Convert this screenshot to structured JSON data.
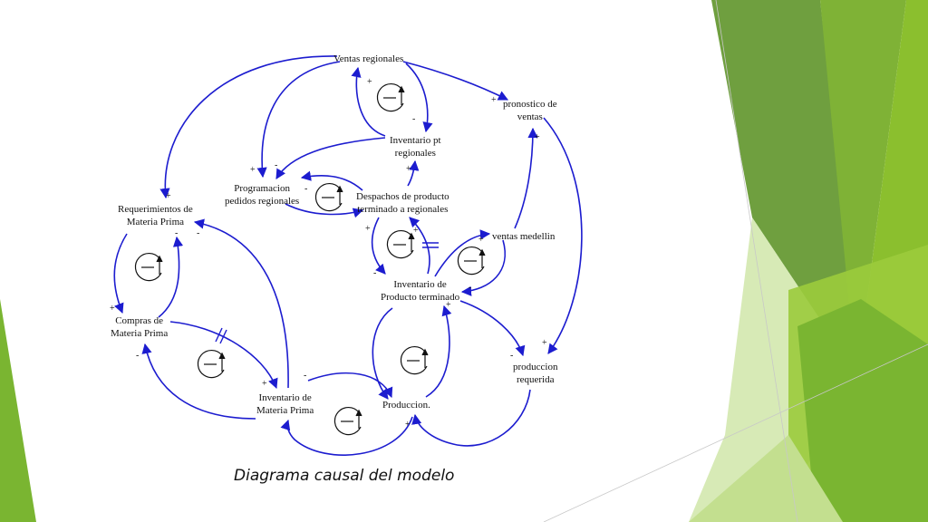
{
  "slide": {
    "caption": "Diagrama causal del modelo"
  },
  "diagram": {
    "nodes": {
      "ventas_regionales": "Ventas regionales",
      "pronostico_ventas": "pronostico de\nventas",
      "inventario_pt_regionales": "Inventario pt\nregionales",
      "programacion_pedidos": "Programacion\npedidos regionales",
      "despachos_producto": "Despachos de producto\nterminado a regionales",
      "requerimientos_mp": "Requerimientos de\nMateria Prima",
      "ventas_medellin": "ventas medellin",
      "inventario_producto_terminado": "Inventario de\nProducto terminado",
      "compras_mp": "Compras de\nMateria Prima",
      "produccion_requerida": "produccion\nrequerida",
      "inventario_mp": "Inventario de\nMateria Prima",
      "produccion": "Produccion."
    },
    "loop_marker": "—",
    "signs": [
      "+",
      "-"
    ]
  },
  "colors": {
    "arrow": "#1c1ccf",
    "green_dark": "#4e8a22",
    "green_mid": "#7ab531",
    "green_light": "#9bcb3c",
    "green_pale": "#d7eab6"
  }
}
